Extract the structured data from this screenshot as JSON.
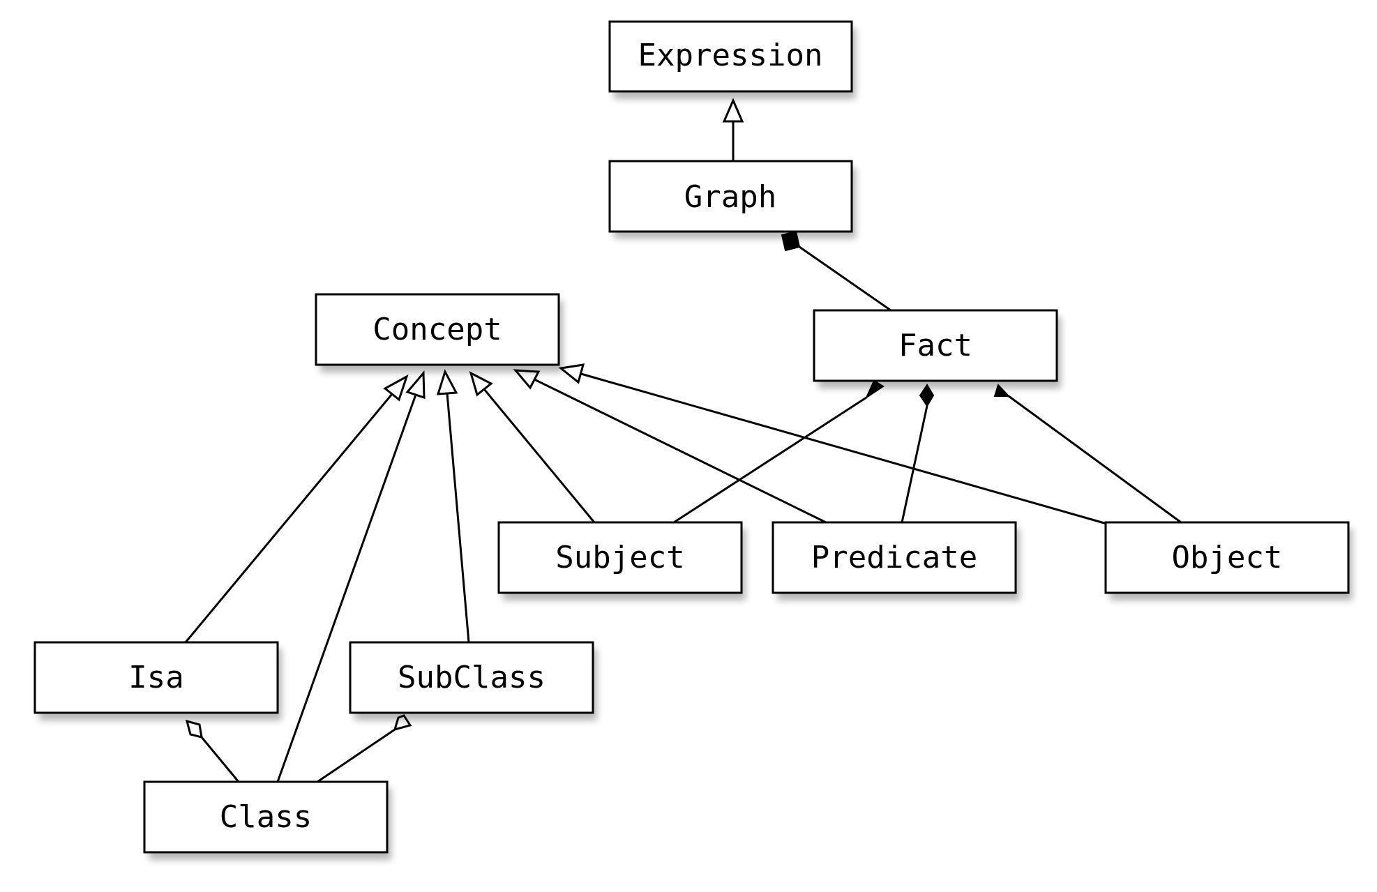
{
  "diagram": {
    "classes": [
      {
        "id": "expression",
        "label": "Expression"
      },
      {
        "id": "graph",
        "label": "Graph"
      },
      {
        "id": "concept",
        "label": "Concept"
      },
      {
        "id": "fact",
        "label": "Fact"
      },
      {
        "id": "subject",
        "label": "Subject"
      },
      {
        "id": "predicate",
        "label": "Predicate"
      },
      {
        "id": "object",
        "label": "Object"
      },
      {
        "id": "isa",
        "label": "Isa"
      },
      {
        "id": "subclass",
        "label": "SubClass"
      },
      {
        "id": "class",
        "label": "Class"
      }
    ],
    "relations": [
      {
        "from": "graph",
        "to": "expression",
        "kind": "generalization"
      },
      {
        "from": "fact",
        "to": "graph",
        "kind": "composition"
      },
      {
        "from": "subject",
        "to": "fact",
        "kind": "composition"
      },
      {
        "from": "predicate",
        "to": "fact",
        "kind": "composition"
      },
      {
        "from": "object",
        "to": "fact",
        "kind": "composition"
      },
      {
        "from": "isa",
        "to": "concept",
        "kind": "generalization"
      },
      {
        "from": "class",
        "to": "concept",
        "kind": "generalization"
      },
      {
        "from": "subclass",
        "to": "concept",
        "kind": "generalization"
      },
      {
        "from": "subject",
        "to": "concept",
        "kind": "generalization"
      },
      {
        "from": "predicate",
        "to": "concept",
        "kind": "generalization"
      },
      {
        "from": "object",
        "to": "concept",
        "kind": "generalization"
      },
      {
        "from": "class",
        "to": "isa",
        "kind": "aggregation"
      },
      {
        "from": "class",
        "to": "subclass",
        "kind": "aggregation"
      }
    ]
  }
}
